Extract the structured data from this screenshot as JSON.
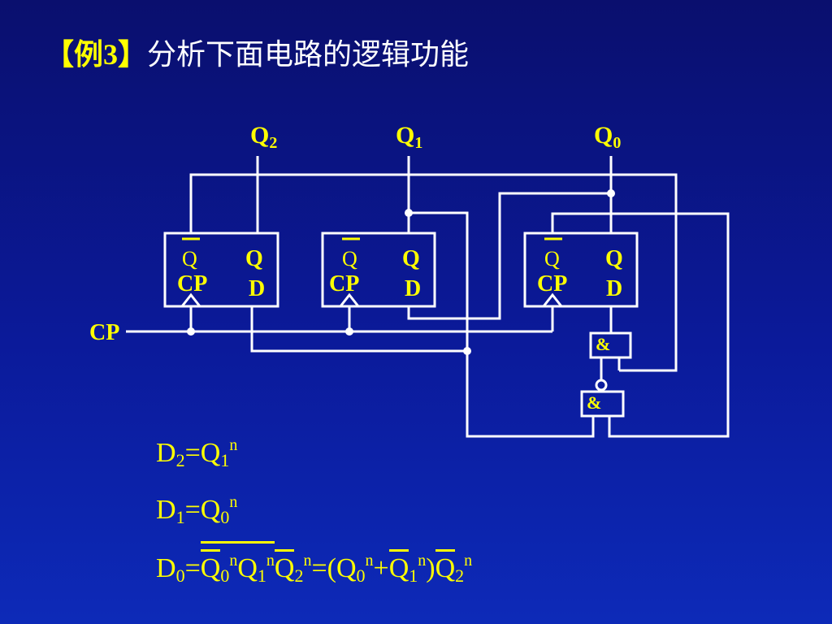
{
  "title": {
    "example": "【例3】",
    "subject": "分析下面电路的逻辑功能"
  },
  "diagram": {
    "outputs": [
      "Q",
      "Q",
      "Q"
    ],
    "output_subs": [
      "2",
      "1",
      "0"
    ],
    "clock_input": "CP",
    "flip_flop_pins": {
      "qbar": "Q",
      "q": "Q",
      "cp": "CP",
      "d": "D"
    },
    "gate_symbol": "&"
  },
  "equations": {
    "d2": {
      "lhs": "D",
      "lhs_sub": "2",
      "rhs": "Q",
      "rhs_sub": "1",
      "rhs_sup": "n"
    },
    "d1": {
      "lhs": "D",
      "lhs_sub": "1",
      "rhs": "Q",
      "rhs_sub": "0",
      "rhs_sup": "n"
    },
    "d0": {
      "lhs": "D",
      "lhs_sub": "0",
      "q": "Q",
      "n": "n",
      "s0": "0",
      "s1": "1",
      "s2": "2",
      "eq": "=",
      "plus": "+",
      "lparen": "(",
      "rparen": ")"
    }
  },
  "colors": {
    "background": "#0b1a9a",
    "accent": "#ffff00",
    "wire": "#ffffff"
  }
}
